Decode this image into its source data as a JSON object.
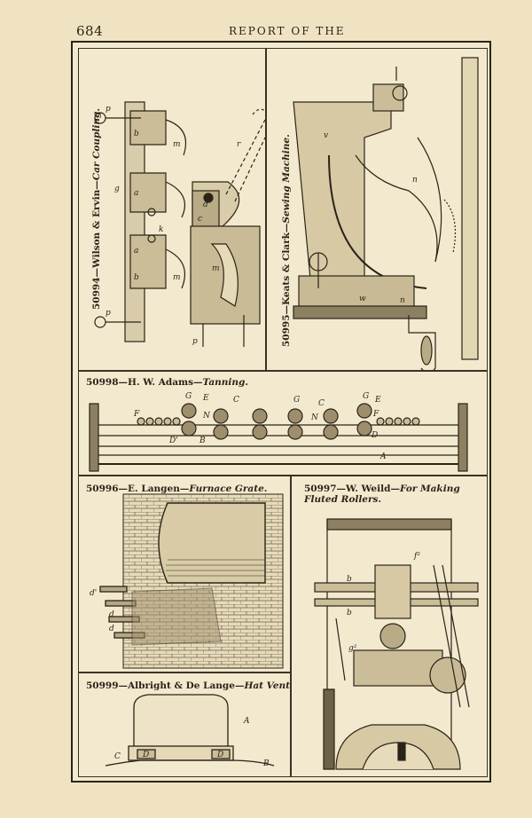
{
  "header": {
    "page_number": "684",
    "running_head": "REPORT OF THE"
  },
  "figures": [
    {
      "number": "50994",
      "inventor": "Wilson & Ervin",
      "title": "Car Coupling."
    },
    {
      "number": "50995",
      "inventor": "Keats & Clark",
      "title": "Sewing Machine."
    },
    {
      "number": "50998",
      "inventor": "H. W. Adams",
      "title": "Tanning."
    },
    {
      "number": "50996",
      "inventor": "E. Langen",
      "title": "Furnace Grate."
    },
    {
      "number": "50997",
      "inventor": "W. Weild",
      "title": "For Making Fluted Rollers."
    },
    {
      "number": "50999",
      "inventor": "Albright & De Lange",
      "title": "Hat Ventilator."
    }
  ],
  "figure_labels": {
    "coupling": [
      "p",
      "b",
      "a",
      "g",
      "a",
      "k",
      "b",
      "m",
      "p",
      "m",
      "d",
      "c",
      "r",
      "m",
      "p"
    ],
    "tanning": [
      "G",
      "E",
      "C",
      "G",
      "C",
      "G",
      "E",
      "F",
      "N",
      "N",
      "F",
      "D'",
      "B",
      "D",
      "A"
    ],
    "hat": [
      "A",
      "C",
      "D",
      "D",
      "B"
    ],
    "furnace": [
      "d'",
      "d",
      "d"
    ],
    "rollers": [
      "b",
      "f²",
      "g²"
    ]
  }
}
